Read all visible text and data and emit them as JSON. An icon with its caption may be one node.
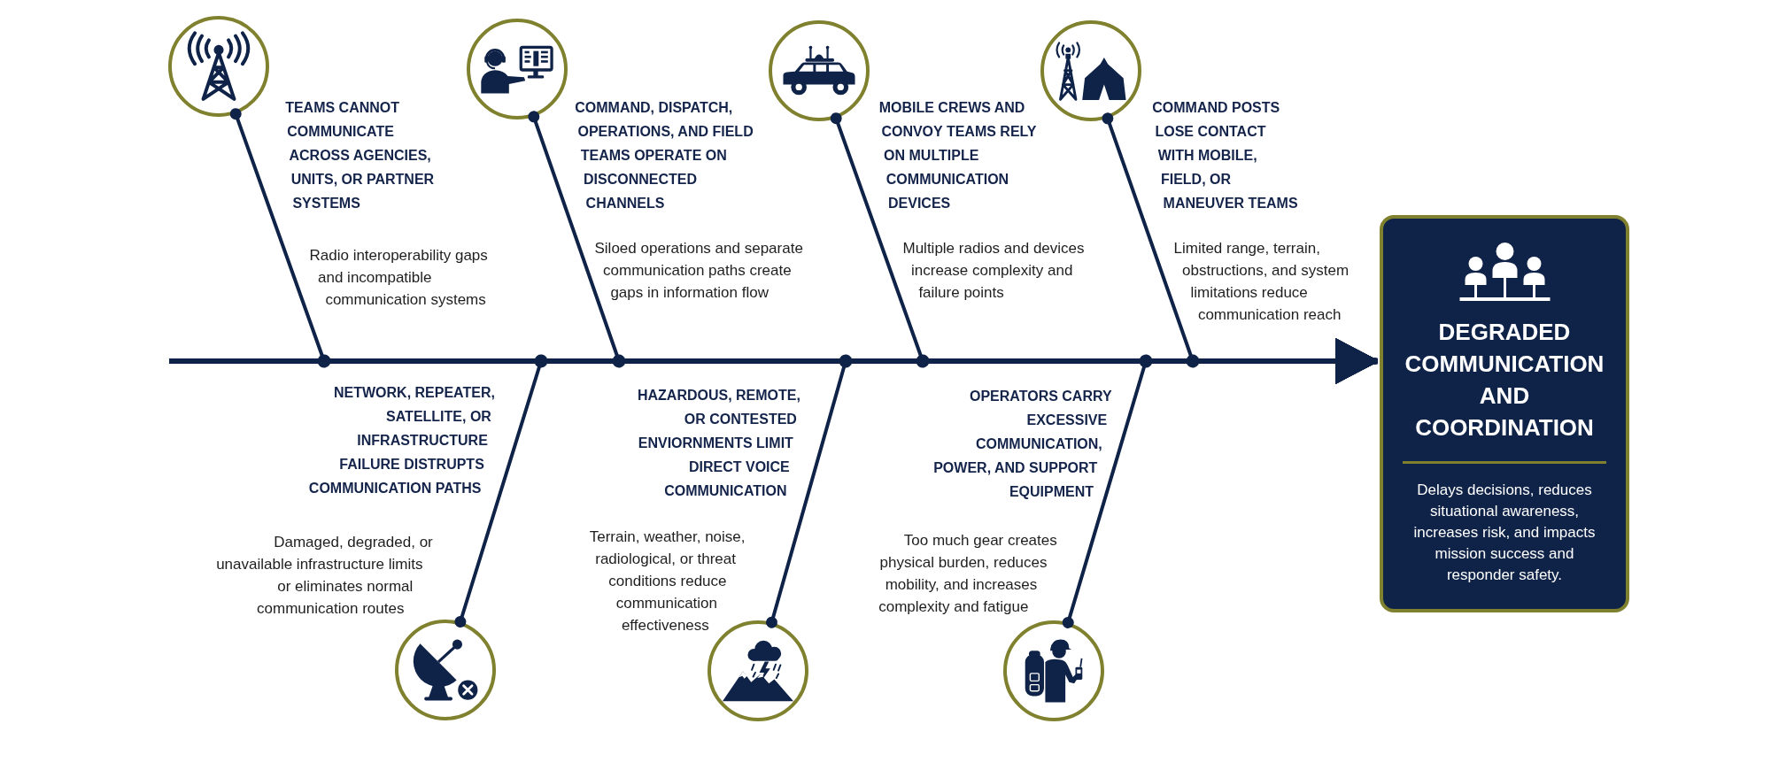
{
  "diagram": {
    "nodes": [
      {
        "text": [],
        "shape": "circle",
        "beside": [
          "TEAMS CANNOT COMMUNICATE ACROSS AGENCIES, UNITS, OR PARTNER SYSTEMS",
          "Radio interoperability gaps and incompatible communication systems"
        ]
      },
      {
        "text": [],
        "shape": "circle",
        "beside": [
          "COMMAND, DISPATCH, OPERATIONS, AND FIELD TEAMS OPERATE ON DISCONNECTED CHANNELS",
          "Siloed operations and separate communication paths create gaps in information flow"
        ]
      },
      {
        "text": [],
        "shape": "circle",
        "beside": [
          "MOBILE CREWS AND CONVOY TEAMS RELY ON MULTIPLE COMMUNICATION DEVICES",
          "Multiple radios and devices increase complexity and failure points"
        ]
      },
      {
        "text": [],
        "shape": "circle",
        "beside": [
          "COMMAND POSTS LOSE CONTACT WITH MOBILE, FIELD, OR MANEUVER TEAMS",
          "Limited range, terrain, obstructions, and system limitations reduce communication reach"
        ]
      },
      {
        "text": [],
        "shape": "circle",
        "beside": [
          "NETWORK, REPEATER, SATELLITE, OR INFRASTRUCTURE FAILURE DISTRUPTS COMMUNICATION PATHS",
          "Damaged, degraded, or unavailable infrastructure limits or eliminates normal communication routes"
        ]
      },
      {
        "text": [],
        "shape": "circle",
        "beside": [
          "HAZARDOUS, REMOTE, OR CONTESTED ENVIORNMENTS LIMIT DIRECT VOICE COMMUNICATION",
          "Terrain, weather, noise, radiological, or threat conditions reduce communication effectiveness"
        ]
      },
      {
        "text": [],
        "shape": "circle",
        "beside": [
          "OPERATORS CARRY EXCESSIVE COMMUNICATION, POWER, AND SUPPORT EQUIPMENT",
          "Too much gear creates physical burden, reduces mobility, and increases complexity and fatigue"
        ]
      },
      {
        "text": [
          "DEGRADED COMMUNICATION AND COORDINATION",
          "Delays decisions, reduces situational awareness, increases risk, and impacts mission success and responder safety."
        ]
      }
    ],
    "edges": [
      {
        "from": 0,
        "to": 7,
        "arrow": "to"
      },
      {
        "from": 1,
        "to": 7,
        "arrow": "to"
      },
      {
        "from": 2,
        "to": 7,
        "arrow": "to"
      },
      {
        "from": 3,
        "to": 7,
        "arrow": "to"
      },
      {
        "from": 4,
        "to": 7,
        "arrow": "to"
      },
      {
        "from": 5,
        "to": 7,
        "arrow": "to"
      },
      {
        "from": 6,
        "to": 7,
        "arrow": "to"
      },
      {
        "from": null,
        "to": 7,
        "arrow": "to"
      }
    ]
  }
}
